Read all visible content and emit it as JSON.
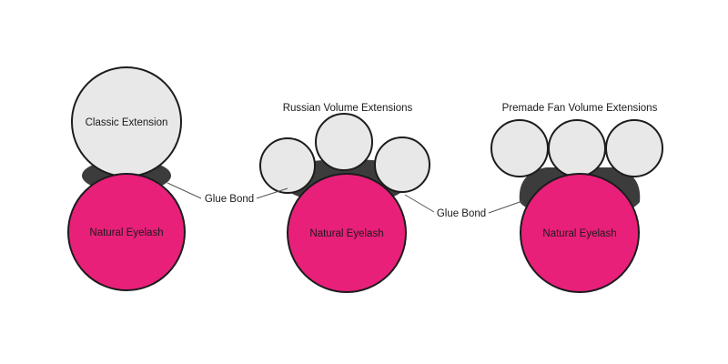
{
  "colors": {
    "extension_fill": "#e8e8e8",
    "extension_stroke": "#1c1c1c",
    "lash_fill": "#e8207a",
    "lash_stroke": "#1c1c1c",
    "glue_fill": "#3c3c3c",
    "leader_line": "#555555"
  },
  "diagrams": {
    "classic": {
      "extension_label": "Classic Extension",
      "lash_label": "Natural Eyelash"
    },
    "russian": {
      "title": "Russian Volume Extensions",
      "lash_label": "Natural Eyelash"
    },
    "premade": {
      "title": "Premade Fan Volume Extensions",
      "lash_label": "Natural Eyelash"
    }
  },
  "callouts": {
    "glue_left": "Glue Bond",
    "glue_right": "Glue Bond"
  }
}
